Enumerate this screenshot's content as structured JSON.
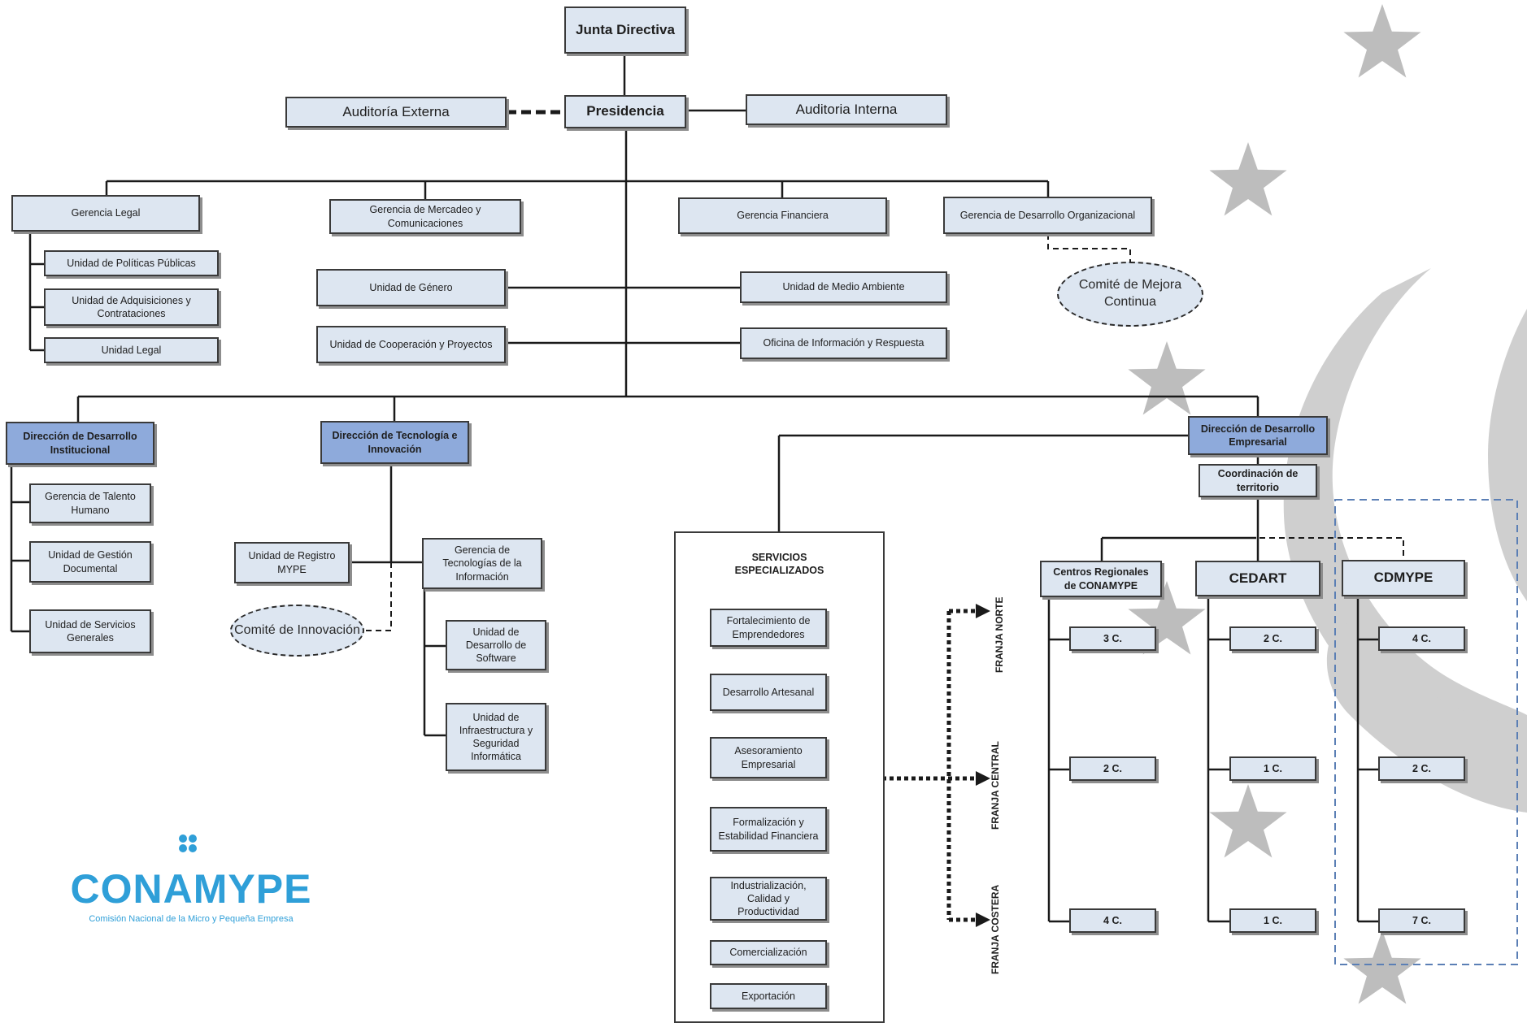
{
  "board": "Junta Directiva",
  "presidency": "Presidencia",
  "audit_external": "Auditoría Externa",
  "audit_internal": "Auditoria Interna",
  "managements": {
    "legal": "Gerencia Legal",
    "marketing": "Gerencia de Mercadeo y Comunicaciones",
    "finance": "Gerencia Financiera",
    "org_dev": "Gerencia de Desarrollo Organizacional"
  },
  "legal_units": [
    "Unidad de Políticas Públicas",
    "Unidad de Adquisiciones y Contrataciones",
    "Unidad Legal"
  ],
  "center_units": {
    "gender": "Unidad de Género",
    "cooperation": "Unidad de Cooperación y Proyectos",
    "environment": "Unidad de Medio Ambiente",
    "info_office": "Oficina de Información y Respuesta"
  },
  "committee_improvement": "Comité de Mejora Continua",
  "dir_institutional": {
    "title": "Dirección de Desarrollo Institucional",
    "units": [
      "Gerencia de Talento Humano",
      "Unidad de Gestión Documental",
      "Unidad de Servicios Generales"
    ]
  },
  "dir_technology": {
    "title": "Dirección de Tecnología e Innovación",
    "registry": "Unidad de Registro MYPE",
    "it_management": "Gerencia de Tecnologías de la Información",
    "committee": "Comité de Innovación",
    "it_units": [
      "Unidad de Desarrollo de Software",
      "Unidad de Infraestructura y Seguridad Informática"
    ]
  },
  "dir_business": {
    "title": "Dirección de Desarrollo Empresarial",
    "territory": "Coordinación de territorio"
  },
  "services": {
    "title": "SERVICIOS ESPECIALIZADOS",
    "items": [
      "Fortalecimiento de Emprendedores",
      "Desarrollo Artesanal",
      "Asesoramiento Empresarial",
      "Formalización y Estabilidad Financiera",
      "Industrialización, Calidad y Productividad",
      "Comercialización",
      "Exportación"
    ]
  },
  "zones": [
    "FRANJA NORTE",
    "FRANJA CENTRAL",
    "FRANJA COSTERA"
  ],
  "regional_centers": {
    "title": "Centros Regionales de CONAMYPE",
    "counts": [
      "3 C.",
      "2 C.",
      "4 C."
    ]
  },
  "cedart": {
    "title": "CEDART",
    "counts": [
      "2 C.",
      "1 C.",
      "1 C."
    ]
  },
  "cdmype": {
    "title": "CDMYPE",
    "counts": [
      "4 C.",
      "2 C.",
      "7 C."
    ]
  },
  "logo": {
    "name": "CONAMYPE",
    "subtitle": "Comisión Nacional de la Micro y Pequeña Empresa"
  },
  "colors": {
    "box_fill": "#dde6f1",
    "highlight_fill": "#8eaadb",
    "logo": "#2f9fd8",
    "watermark": "#bdbdbd",
    "cdmype_frame": "#5b7fb5"
  }
}
